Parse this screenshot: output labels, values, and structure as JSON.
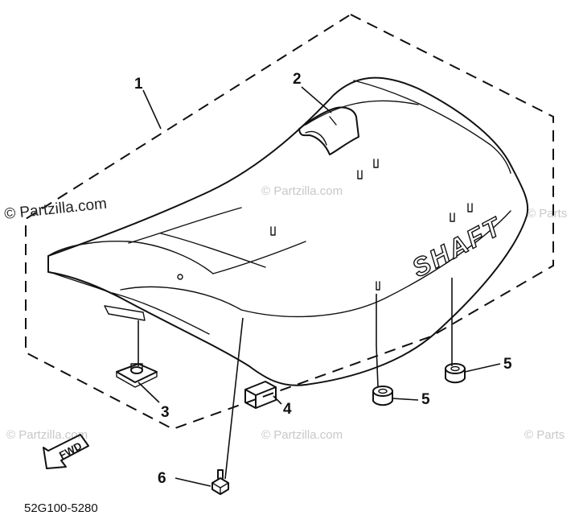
{
  "watermarks": {
    "main": "© Partzilla.com",
    "faint": "© Partzilla.com",
    "faint_edge": "© Parts"
  },
  "part_code": "52G100-5280",
  "seat_emboss": "SHAFT",
  "fwd_label": "FWD",
  "callouts": [
    {
      "id": "seat",
      "label": "1"
    },
    {
      "id": "emblem",
      "label": "2"
    },
    {
      "id": "bracket",
      "label": "3"
    },
    {
      "id": "damper",
      "label": "4"
    },
    {
      "id": "grommet-a",
      "label": "5"
    },
    {
      "id": "grommet-b",
      "label": "5"
    },
    {
      "id": "bolt",
      "label": "6"
    }
  ],
  "colors": {
    "line": "#111111",
    "background": "#ffffff",
    "watermark": "#c8c8c8"
  }
}
